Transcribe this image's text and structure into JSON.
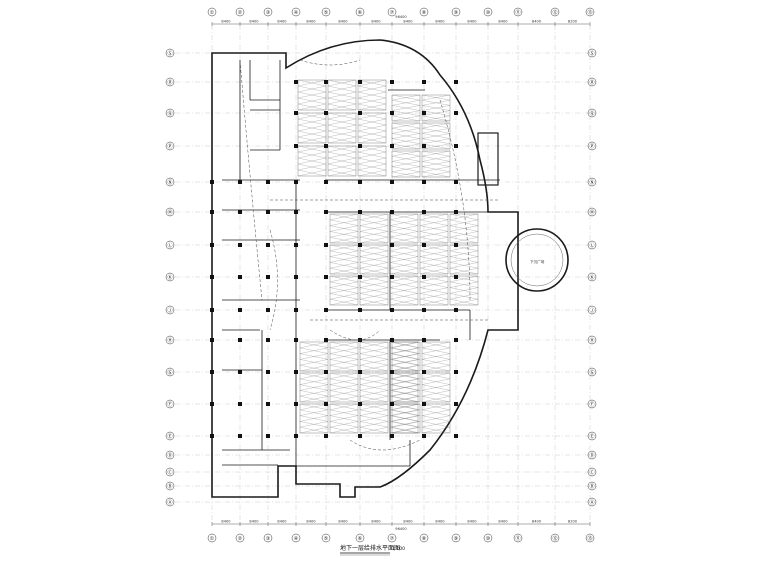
{
  "drawing": {
    "title": "地下一层给排水平面图",
    "scale": "1:100",
    "column_axes": [
      "①",
      "②",
      "③",
      "④",
      "⑤",
      "⑥",
      "⑦",
      "⑧",
      "⑨",
      "⑩",
      "⑪",
      "⑫",
      "⑬"
    ],
    "row_axes_right": [
      "Ⓢ",
      "Ⓡ",
      "Ⓠ",
      "Ⓟ",
      "Ⓝ",
      "Ⓜ",
      "Ⓛ",
      "Ⓚ",
      "Ⓙ",
      "Ⓗ",
      "Ⓖ",
      "Ⓕ",
      "Ⓔ",
      "Ⓓ",
      "Ⓒ",
      "Ⓑ",
      "Ⓐ"
    ],
    "row_axes_left": [
      "Ⓢ",
      "Ⓡ",
      "Ⓠ",
      "Ⓟ",
      "Ⓝ",
      "Ⓜ",
      "Ⓛ",
      "Ⓚ",
      "Ⓙ",
      "Ⓗ",
      "Ⓖ",
      "Ⓕ",
      "Ⓔ",
      "Ⓓ",
      "Ⓒ",
      "Ⓑ",
      "Ⓐ"
    ],
    "top_dims": [
      "8400",
      "8400",
      "8400",
      "8400",
      "8400",
      "8400",
      "8400",
      "8400",
      "8400",
      "8400",
      "8400",
      "8200"
    ],
    "top_total": "96400",
    "bottom_dims": [
      "8400",
      "8400",
      "8400",
      "8400",
      "8400",
      "8400",
      "8400",
      "8400",
      "8400",
      "8400",
      "8400",
      "8200"
    ],
    "bottom_total": "96400",
    "room_label": "下沉广场"
  },
  "colors": {
    "line": "#1a1a1a",
    "grid": "#9a9a9a",
    "pipe": "#333333",
    "hatch": "#555555"
  }
}
